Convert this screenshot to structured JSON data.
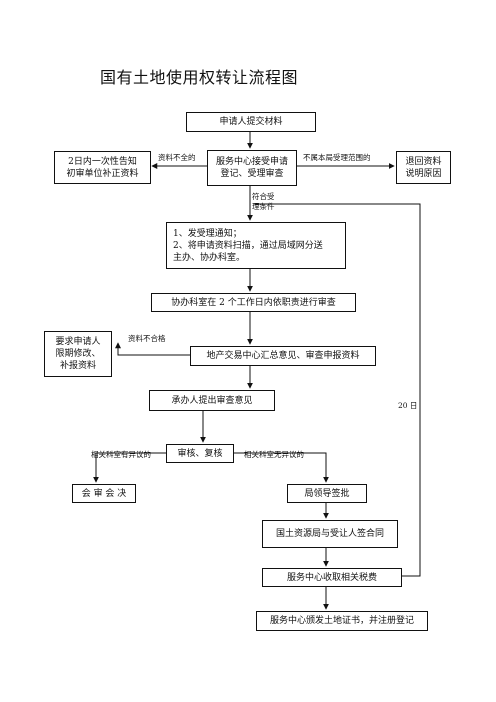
{
  "title": "国有土地使用权转让流程图",
  "nodes": {
    "submit": "申请人提交材料",
    "accept_review": "服务中心接受申请\n登记、受理审查",
    "notify_supplement": "2日内一次性告知\n初审单位补正资料",
    "return_materials": "退回资料\n说明原因",
    "issue_notice": "1、发受理通知；\n2、将申请资料扫描，通过局域网分送\n    主办、协办科室。",
    "co_review": "协办科室在 2 个工作日内依职责进行审查",
    "request_revise": "要求申请人\n限期修改、\n补报资料",
    "summary": "地产交易中心汇总意见、审查申报资料",
    "opinion": "承办人提出审查意见",
    "audit": "审核、复核",
    "meeting": "会 审 会 决",
    "leader_sign": "局领导签批",
    "contract": "国土资源局与受让人签合同",
    "collect_tax": "服务中心收取相关税费",
    "issue_cert": "服务中心颁发土地证书，并注册登记"
  },
  "labels": {
    "incomplete": "资料不全的",
    "out_of_scope": "不属本局受理范围的",
    "qualified": "符合受\n理条件",
    "unqualified": "资料不合格",
    "objection": "相关科室有异议的",
    "no_objection": "相关科室无异议的",
    "twenty_days": "20 日"
  }
}
